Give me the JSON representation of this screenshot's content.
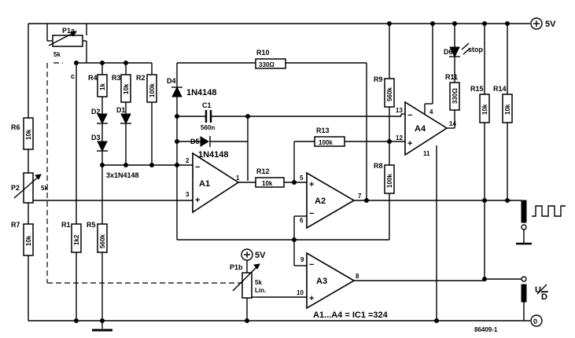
{
  "supply": {
    "rail": "5V",
    "ground": "0",
    "pot_supply": "5V"
  },
  "opamps": [
    {
      "name": "A1",
      "pin_minus": "2",
      "pin_plus": "3",
      "pin_out": "1"
    },
    {
      "name": "A2",
      "pin_minus": "6",
      "pin_plus": "5",
      "pin_out": "7"
    },
    {
      "name": "A3",
      "pin_minus": "9",
      "pin_plus": "10",
      "pin_out": "8"
    },
    {
      "name": "A4",
      "pin_minus": "13",
      "pin_plus": "12",
      "pin_out": "14",
      "pin_vcc": "4",
      "pin_gnd": "11"
    }
  ],
  "resistors": [
    {
      "name": "R1",
      "value": "1k2"
    },
    {
      "name": "R2",
      "value": "100k"
    },
    {
      "name": "R3",
      "value": "10k"
    },
    {
      "name": "R4",
      "value": "1k"
    },
    {
      "name": "R5",
      "value": "560k"
    },
    {
      "name": "R6",
      "value": "10k"
    },
    {
      "name": "R7",
      "value": "10k"
    },
    {
      "name": "R8",
      "value": "100k"
    },
    {
      "name": "R9",
      "value": "560k"
    },
    {
      "name": "R10",
      "value": "330Ω"
    },
    {
      "name": "R11",
      "value": "330Ω"
    },
    {
      "name": "R12",
      "value": "10k"
    },
    {
      "name": "R13",
      "value": "100k"
    },
    {
      "name": "R14",
      "value": "10k"
    },
    {
      "name": "R15",
      "value": "10k"
    }
  ],
  "diodes": [
    {
      "name": "D1"
    },
    {
      "name": "D2"
    },
    {
      "name": "D3"
    },
    {
      "name": "D4",
      "value": "1N4148"
    },
    {
      "name": "D5",
      "value": "1N4148"
    },
    {
      "name": "D6",
      "value": "stop"
    }
  ],
  "diode_group_label": "3x1N4148",
  "capacitor": {
    "name": "C1",
    "value": "560n"
  },
  "pots": [
    {
      "name": "P1a",
      "value": "5k",
      "wiper": "c"
    },
    {
      "name": "P1b",
      "value": "5k",
      "value2": "Lin."
    },
    {
      "name": "P2",
      "value": "5k"
    }
  ],
  "ic_note": "A1...A4 = IC1 =324",
  "drawing_id": "86409-1",
  "output_updown": {
    "top": "U",
    "bottom": "D"
  }
}
